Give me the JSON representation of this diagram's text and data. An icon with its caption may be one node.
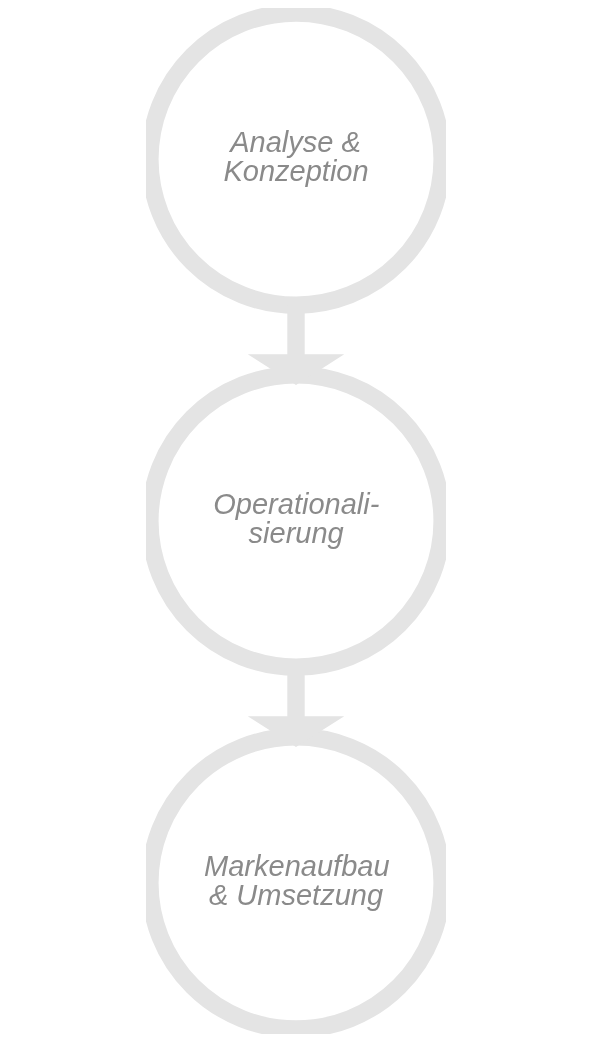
{
  "diagram": {
    "nodes": [
      {
        "text": [
          "Analyse & Konzeption"
        ]
      },
      {
        "text": [
          "Operationali- sierung"
        ]
      },
      {
        "text": [
          "Markenaufbau & Umsetzung"
        ]
      }
    ],
    "edges": [
      {
        "from": 0,
        "to": 1,
        "arrow": "to"
      },
      {
        "from": 1,
        "to": 2,
        "arrow": "to"
      }
    ]
  }
}
